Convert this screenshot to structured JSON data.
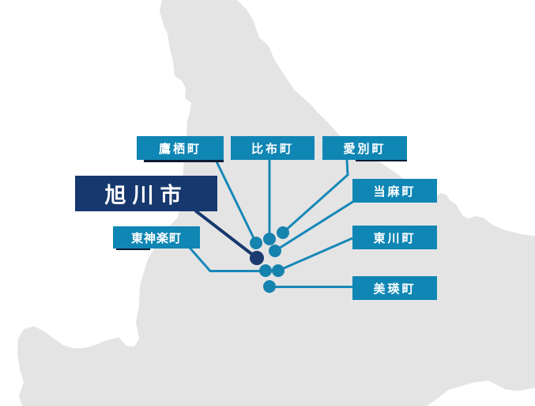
{
  "city": {
    "label": "旭川市"
  },
  "towns": [
    {
      "id": "takasu",
      "label": "鷹栖町"
    },
    {
      "id": "pippu",
      "label": "比布町"
    },
    {
      "id": "aibetsu",
      "label": "愛別町"
    },
    {
      "id": "tohma",
      "label": "当麻町"
    },
    {
      "id": "higashikawa",
      "label": "東川町"
    },
    {
      "id": "biei",
      "label": "美瑛町"
    },
    {
      "id": "higashikagura",
      "label": "東神楽町"
    }
  ],
  "colors": {
    "town_label_bg": "#1086B4",
    "city_label_bg": "#16386E",
    "line_teal": "#1788B8",
    "line_navy": "#16386E",
    "dot_teal": "#1682AE",
    "dot_navy": "#1A3A70",
    "map_fill": "#E4E4E4",
    "label_text": "#FFFFFF",
    "shadow_bar": "#0E1B33"
  }
}
